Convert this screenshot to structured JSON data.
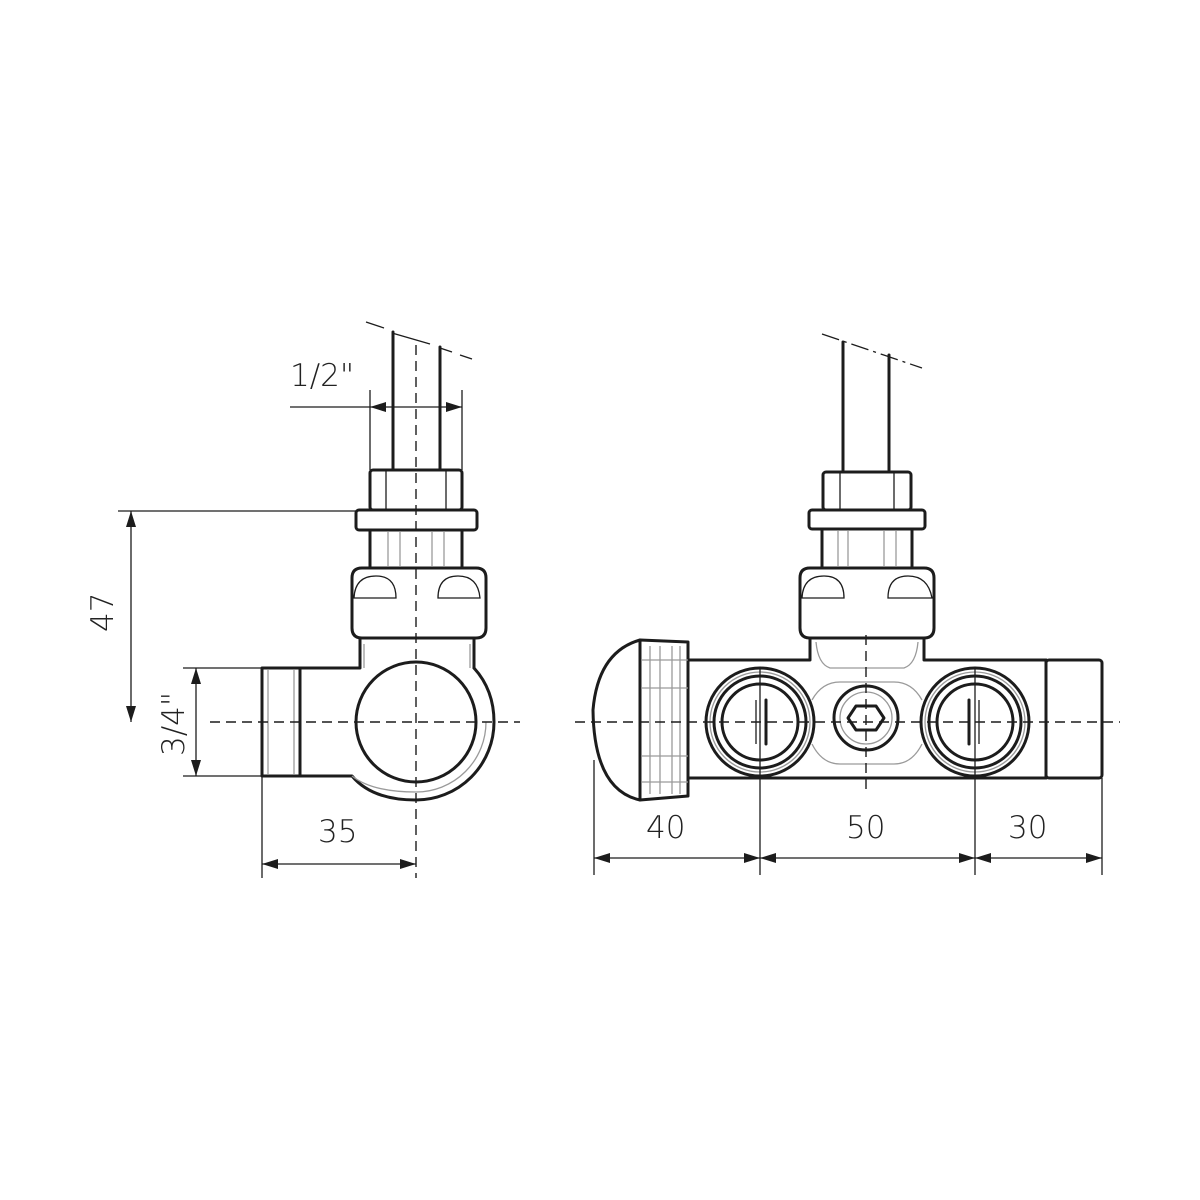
{
  "drawing": {
    "side_view": {
      "dimensions": {
        "thread_top": "1/2\"",
        "height": "47",
        "thread_side": "3/4\"",
        "width": "35"
      }
    },
    "front_view": {
      "dimensions": {
        "left": "40",
        "middle": "50",
        "right": "30"
      }
    }
  }
}
